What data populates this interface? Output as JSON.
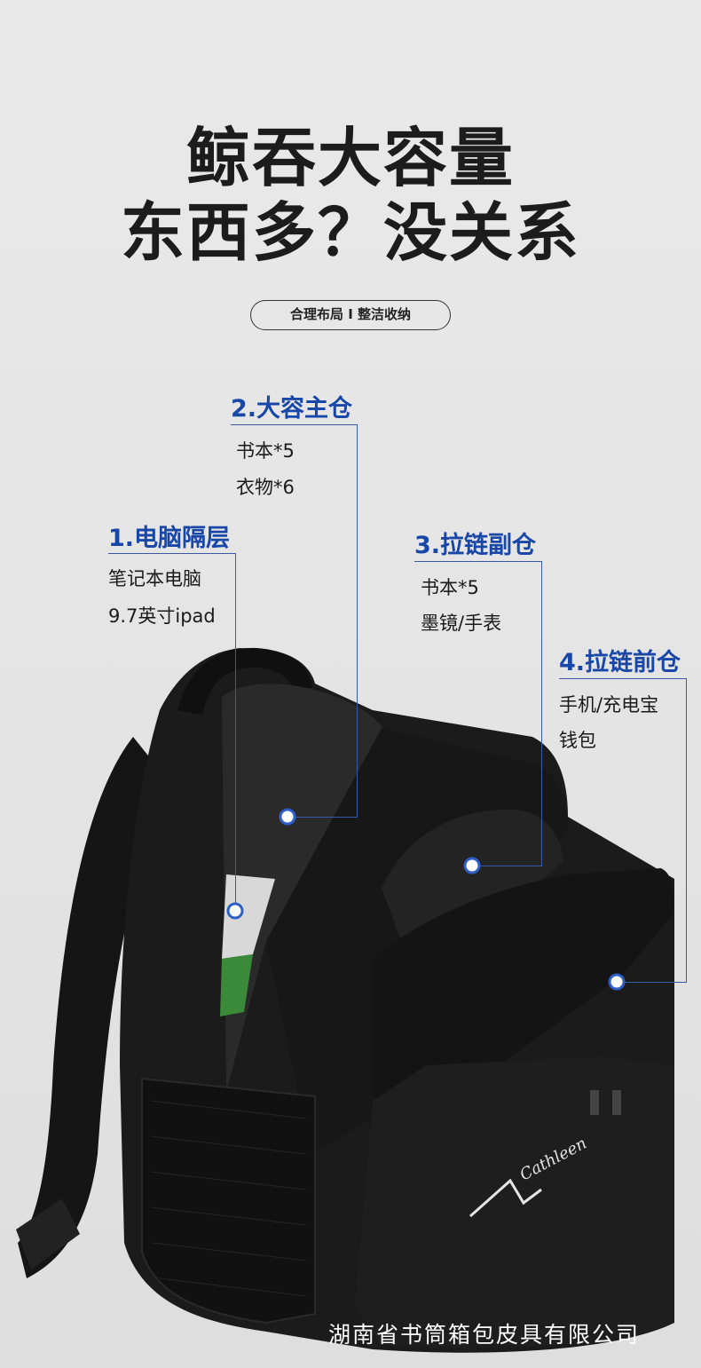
{
  "headline": {
    "line1": "鲸吞大容量",
    "line2": "东西多？没关系"
  },
  "pill": {
    "text": "合理布局 I 整洁收纳"
  },
  "labels": [
    {
      "title": "1.电脑隔层",
      "items": [
        "笔记本电脑",
        "9.7英寸ipad"
      ]
    },
    {
      "title": "2.大容主仓",
      "items": [
        "书本*5",
        "衣物*6"
      ]
    },
    {
      "title": "3.拉链副仓",
      "items": [
        "书本*5",
        "墨镜/手表"
      ]
    },
    {
      "title": "4.拉链前仓",
      "items": [
        "手机/充电宝",
        "钱包"
      ]
    }
  ],
  "product": {
    "logo_text": "Cathleen"
  },
  "watermark": "湖南省书筒箱包皮具有限公司",
  "colors": {
    "accent": "#1847a8",
    "line": "#3a5aa8",
    "dot": "#2f5fc6",
    "bag": "#1b1b1b"
  }
}
